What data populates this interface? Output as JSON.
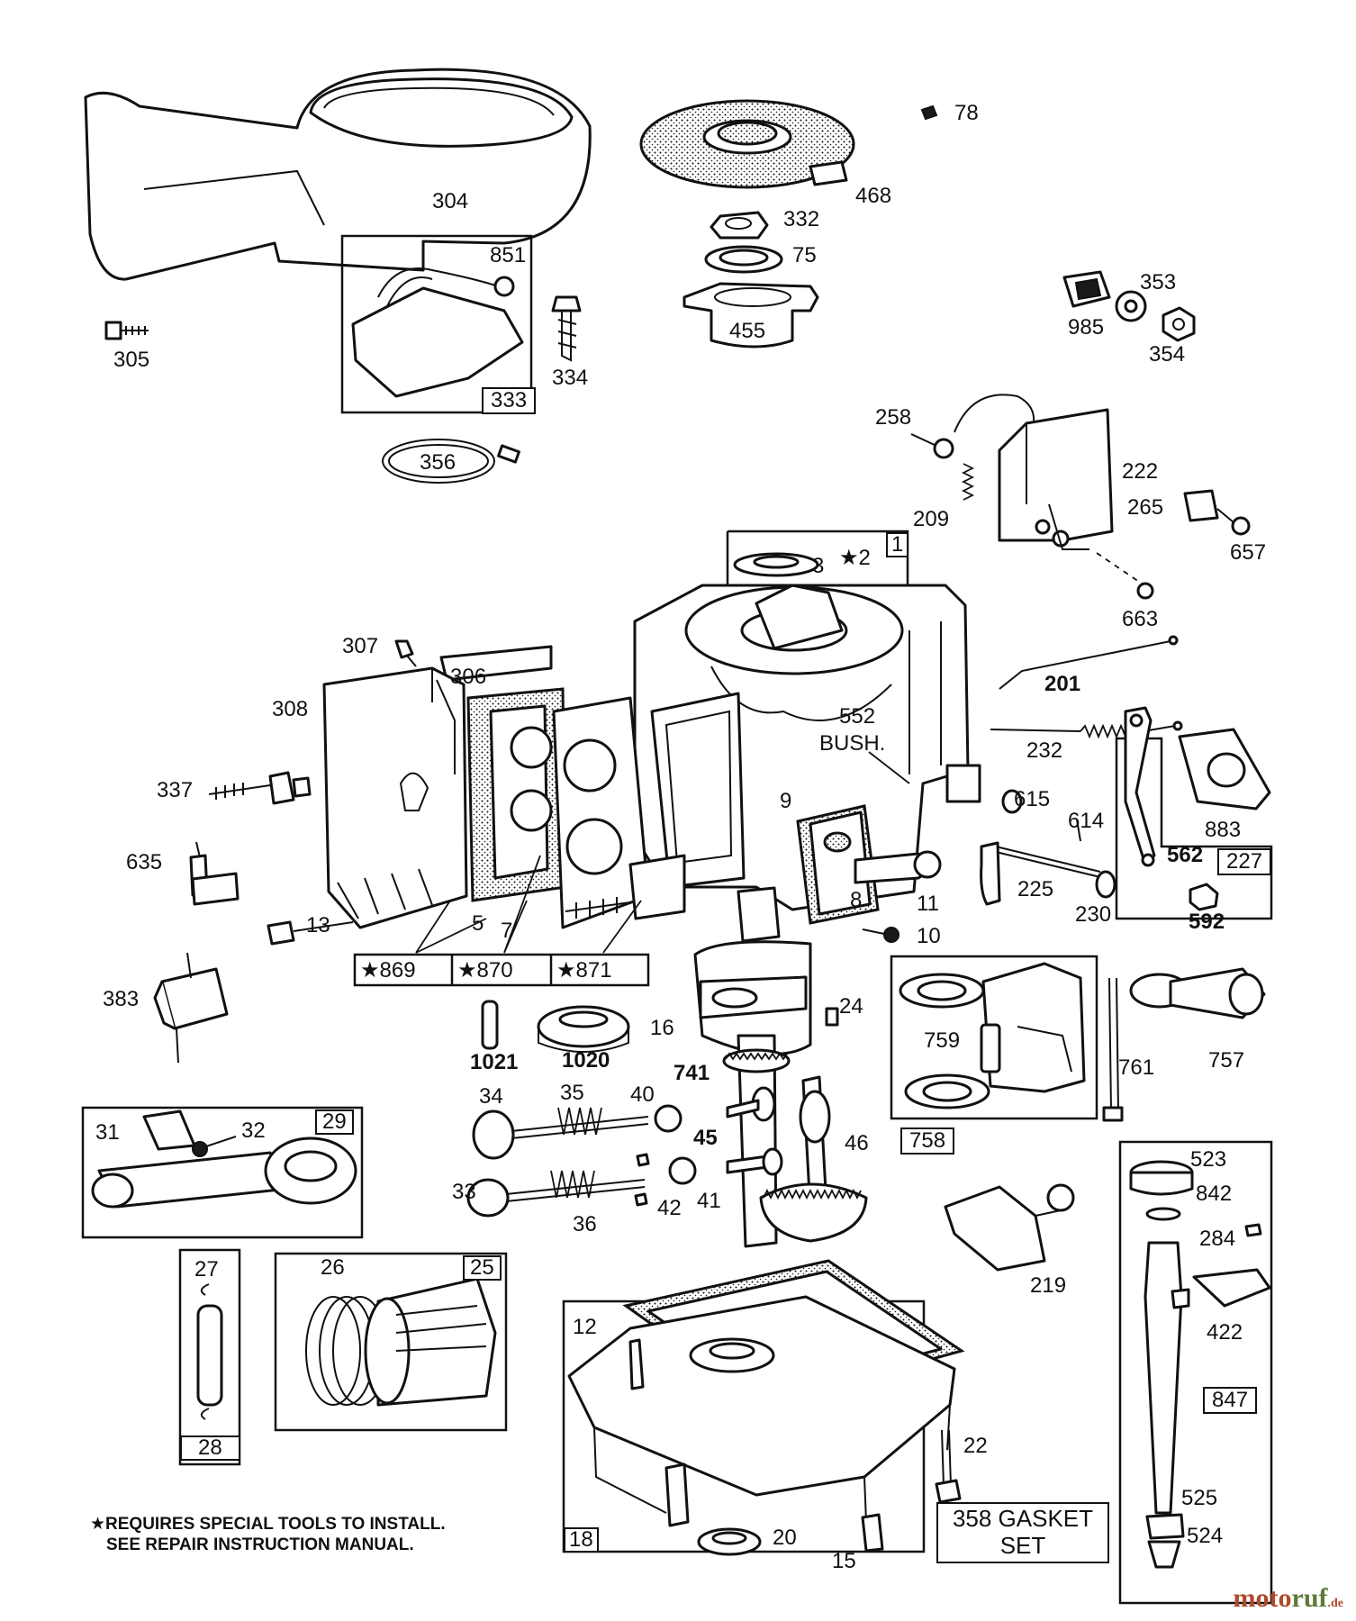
{
  "labels": [
    {
      "id": "304",
      "text": "304"
    },
    {
      "id": "851",
      "text": "851"
    },
    {
      "id": "333",
      "text": "333",
      "boxed": true
    },
    {
      "id": "305",
      "text": "305"
    },
    {
      "id": "334",
      "text": "334"
    },
    {
      "id": "356",
      "text": "356"
    },
    {
      "id": "468",
      "text": "468"
    },
    {
      "id": "78",
      "text": "78"
    },
    {
      "id": "332",
      "text": "332"
    },
    {
      "id": "75",
      "text": "75"
    },
    {
      "id": "455",
      "text": "455"
    },
    {
      "id": "985",
      "text": "985"
    },
    {
      "id": "353",
      "text": "353"
    },
    {
      "id": "354",
      "text": "354"
    },
    {
      "id": "258",
      "text": "258"
    },
    {
      "id": "222",
      "text": "222"
    },
    {
      "id": "209",
      "text": "209"
    },
    {
      "id": "265",
      "text": "265"
    },
    {
      "id": "657",
      "text": "657"
    },
    {
      "id": "663",
      "text": "663"
    },
    {
      "id": "1",
      "text": "1",
      "boxed": true
    },
    {
      "id": "3",
      "text": "3"
    },
    {
      "id": "2",
      "text": "★2"
    },
    {
      "id": "201",
      "text": "201",
      "bold": true
    },
    {
      "id": "307",
      "text": "307"
    },
    {
      "id": "306",
      "text": "306"
    },
    {
      "id": "308",
      "text": "308"
    },
    {
      "id": "552",
      "text": "552"
    },
    {
      "id": "bush",
      "text": "BUSH."
    },
    {
      "id": "232",
      "text": "232"
    },
    {
      "id": "337",
      "text": "337"
    },
    {
      "id": "9",
      "text": "9"
    },
    {
      "id": "615",
      "text": "615"
    },
    {
      "id": "614",
      "text": "614"
    },
    {
      "id": "883",
      "text": "883"
    },
    {
      "id": "562",
      "text": "562",
      "bold": true
    },
    {
      "id": "227",
      "text": "227",
      "boxed": true
    },
    {
      "id": "635",
      "text": "635"
    },
    {
      "id": "8",
      "text": "8"
    },
    {
      "id": "11",
      "text": "11"
    },
    {
      "id": "225",
      "text": "225"
    },
    {
      "id": "230",
      "text": "230"
    },
    {
      "id": "592",
      "text": "592",
      "bold": true
    },
    {
      "id": "13",
      "text": "13"
    },
    {
      "id": "5",
      "text": "5"
    },
    {
      "id": "7",
      "text": "7"
    },
    {
      "id": "10",
      "text": "10"
    },
    {
      "id": "869",
      "text": "★869",
      "boxed": true
    },
    {
      "id": "870",
      "text": "★870",
      "boxed": true
    },
    {
      "id": "871",
      "text": "★871",
      "boxed": true
    },
    {
      "id": "383",
      "text": "383"
    },
    {
      "id": "24",
      "text": "24"
    },
    {
      "id": "16",
      "text": "16"
    },
    {
      "id": "1021",
      "text": "1021",
      "bold": true
    },
    {
      "id": "1020",
      "text": "1020",
      "bold": true
    },
    {
      "id": "759",
      "text": "759"
    },
    {
      "id": "761",
      "text": "761"
    },
    {
      "id": "757",
      "text": "757"
    },
    {
      "id": "741",
      "text": "741",
      "bold": true
    },
    {
      "id": "34",
      "text": "34"
    },
    {
      "id": "35",
      "text": "35"
    },
    {
      "id": "40",
      "text": "40"
    },
    {
      "id": "31",
      "text": "31"
    },
    {
      "id": "32",
      "text": "32"
    },
    {
      "id": "29",
      "text": "29",
      "boxed": true
    },
    {
      "id": "45",
      "text": "45",
      "bold": true
    },
    {
      "id": "46",
      "text": "46"
    },
    {
      "id": "758",
      "text": "758",
      "boxed": true
    },
    {
      "id": "523",
      "text": "523"
    },
    {
      "id": "33",
      "text": "33"
    },
    {
      "id": "42",
      "text": "42"
    },
    {
      "id": "41",
      "text": "41"
    },
    {
      "id": "36",
      "text": "36"
    },
    {
      "id": "842",
      "text": "842"
    },
    {
      "id": "284",
      "text": "284"
    },
    {
      "id": "219",
      "text": "219"
    },
    {
      "id": "27",
      "text": "27"
    },
    {
      "id": "26",
      "text": "26"
    },
    {
      "id": "25",
      "text": "25",
      "boxed": true
    },
    {
      "id": "12",
      "text": "12"
    },
    {
      "id": "422",
      "text": "422"
    },
    {
      "id": "847",
      "text": "847",
      "boxed": true
    },
    {
      "id": "28",
      "text": "28",
      "boxed": true
    },
    {
      "id": "22",
      "text": "22"
    },
    {
      "id": "525",
      "text": "525"
    },
    {
      "id": "524",
      "text": "524"
    },
    {
      "id": "18",
      "text": "18",
      "boxed": true
    },
    {
      "id": "20",
      "text": "20"
    },
    {
      "id": "15",
      "text": "15"
    }
  ],
  "footnote": {
    "line1": "★REQUIRES SPECIAL TOOLS TO INSTALL.",
    "line2": "SEE REPAIR INSTRUCTION MANUAL."
  },
  "gasket_set": {
    "line1": "358 GASKET",
    "line2": "SET"
  },
  "watermark": {
    "part1": "moto",
    "part2": "ruf",
    "part3": ".de"
  }
}
